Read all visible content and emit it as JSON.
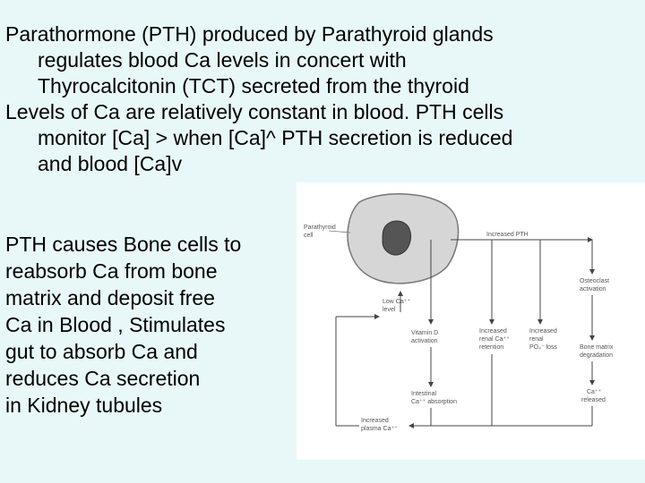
{
  "paragraph1": {
    "line1": "Parathormone (PTH) produced by Parathyroid glands",
    "line2": "regulates blood Ca levels in concert with",
    "line3": "Thyrocalcitonin (TCT) secreted from the thyroid"
  },
  "paragraph2": {
    "line1": "Levels of Ca are relatively constant in blood.  PTH cells",
    "line2": "monitor [Ca] > when [Ca]^ PTH secretion is reduced",
    "line3": "and blood [Ca]v"
  },
  "paragraph3": {
    "lines": [
      "PTH causes Bone cells to",
      "reabsorb Ca from bone",
      "matrix and deposit free",
      "Ca in Blood , Stimulates",
      "gut to absorb Ca and",
      "reduces Ca secretion",
      "in Kidney tubules"
    ]
  },
  "figure": {
    "cell_label_1": "Parathyroid",
    "cell_label_2": "cell",
    "increased_pth": "Increased PTH",
    "low_ca_1": "Low Ca⁺⁺",
    "low_ca_2": "level",
    "osteoclast_1": "Osteoclast",
    "osteoclast_2": "activation",
    "vitd_1": "Vitamin D",
    "vitd_2": "activation",
    "renal_ca_1": "Increased",
    "renal_ca_2": "renal Ca⁺⁺",
    "renal_ca_3": "retention",
    "renal_po4_1": "Increased",
    "renal_po4_2": "renal",
    "renal_po4_3": "PO₄⁻ loss",
    "bone_1": "Bone matrix",
    "bone_2": "degradation",
    "intestinal_1": "Intestinal",
    "intestinal_2": "Ca⁺⁺ absorption",
    "ca_released_1": "Ca⁺⁺",
    "ca_released_2": "released",
    "plasma_1": "Increased",
    "plasma_2": "plasma Ca⁺⁺"
  }
}
